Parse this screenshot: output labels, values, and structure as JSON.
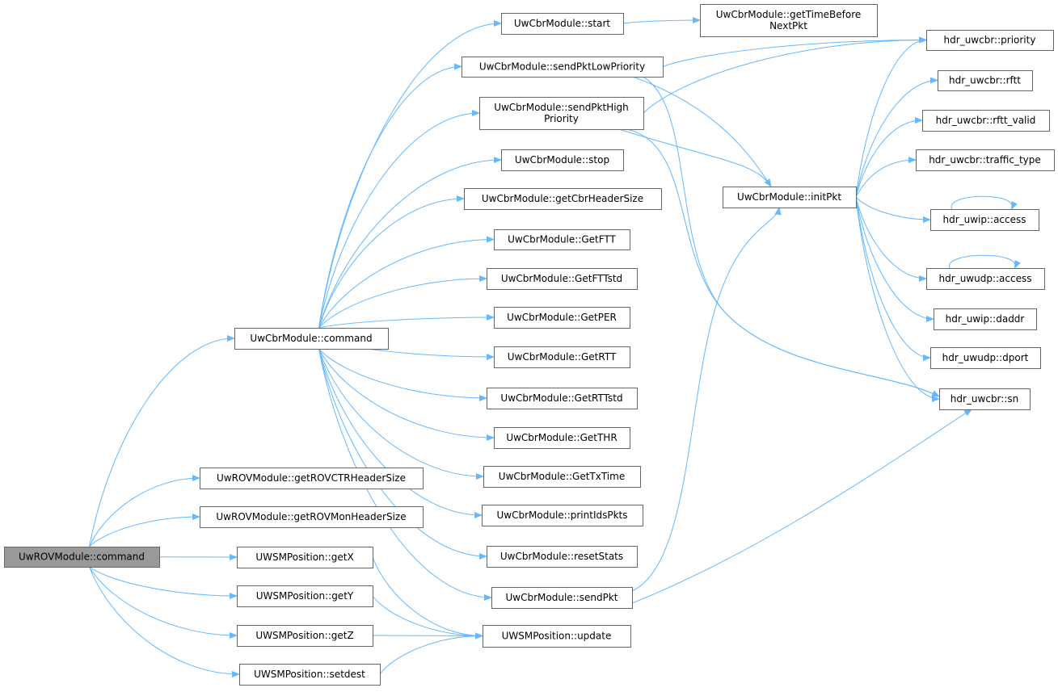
{
  "graph": {
    "type": "call-graph",
    "edge_color": "#63b8ff",
    "root_fill": "#999999",
    "nodes": {
      "rov_command": [
        "UwROVModule::command"
      ],
      "cbr_command": [
        "UwCbrModule::command"
      ],
      "getROVCTR": [
        "UwROVModule::getROVCTRHeaderSize"
      ],
      "getROVMon": [
        "UwROVModule::getROVMonHeaderSize"
      ],
      "getX": [
        "UWSMPosition::getX"
      ],
      "getY": [
        "UWSMPosition::getY"
      ],
      "getZ": [
        "UWSMPosition::getZ"
      ],
      "setdest": [
        "UWSMPosition::setdest"
      ],
      "start": [
        "UwCbrModule::start"
      ],
      "sendPktLow": [
        "UwCbrModule::sendPktLowPriority"
      ],
      "sendPktHigh": [
        "UwCbrModule::sendPktHigh",
        "Priority"
      ],
      "stop": [
        "UwCbrModule::stop"
      ],
      "getCbrHeaderSize": [
        "UwCbrModule::getCbrHeaderSize"
      ],
      "GetFTT": [
        "UwCbrModule::GetFTT"
      ],
      "GetFTTstd": [
        "UwCbrModule::GetFTTstd"
      ],
      "GetPER": [
        "UwCbrModule::GetPER"
      ],
      "GetRTT": [
        "UwCbrModule::GetRTT"
      ],
      "GetRTTstd": [
        "UwCbrModule::GetRTTstd"
      ],
      "GetTHR": [
        "UwCbrModule::GetTHR"
      ],
      "GetTxTime": [
        "UwCbrModule::GetTxTime"
      ],
      "printIdsPkts": [
        "UwCbrModule::printIdsPkts"
      ],
      "resetStats": [
        "UwCbrModule::resetStats"
      ],
      "sendPkt": [
        "UwCbrModule::sendPkt"
      ],
      "update": [
        "UWSMPosition::update"
      ],
      "getTimeBefore": [
        "UwCbrModule::getTimeBefore",
        "NextPkt"
      ],
      "initPkt": [
        "UwCbrModule::initPkt"
      ],
      "priority": [
        "hdr_uwcbr::priority"
      ],
      "rftt": [
        "hdr_uwcbr::rftt"
      ],
      "rftt_valid": [
        "hdr_uwcbr::rftt_valid"
      ],
      "traffic_type": [
        "hdr_uwcbr::traffic_type"
      ],
      "uwip_access": [
        "hdr_uwip::access"
      ],
      "uwudp_access": [
        "hdr_uwudp::access"
      ],
      "daddr": [
        "hdr_uwip::daddr"
      ],
      "dport": [
        "hdr_uwudp::dport"
      ],
      "sn": [
        "hdr_uwcbr::sn"
      ]
    },
    "edges": [
      [
        "rov_command",
        "cbr_command"
      ],
      [
        "rov_command",
        "getROVCTR"
      ],
      [
        "rov_command",
        "getROVMon"
      ],
      [
        "rov_command",
        "getX"
      ],
      [
        "rov_command",
        "getY"
      ],
      [
        "rov_command",
        "getZ"
      ],
      [
        "rov_command",
        "setdest"
      ],
      [
        "cbr_command",
        "start"
      ],
      [
        "cbr_command",
        "sendPktLow"
      ],
      [
        "cbr_command",
        "sendPktHigh"
      ],
      [
        "cbr_command",
        "stop"
      ],
      [
        "cbr_command",
        "getCbrHeaderSize"
      ],
      [
        "cbr_command",
        "GetFTT"
      ],
      [
        "cbr_command",
        "GetFTTstd"
      ],
      [
        "cbr_command",
        "GetPER"
      ],
      [
        "cbr_command",
        "GetRTT"
      ],
      [
        "cbr_command",
        "GetRTTstd"
      ],
      [
        "cbr_command",
        "GetTHR"
      ],
      [
        "cbr_command",
        "GetTxTime"
      ],
      [
        "cbr_command",
        "printIdsPkts"
      ],
      [
        "cbr_command",
        "resetStats"
      ],
      [
        "cbr_command",
        "sendPkt"
      ],
      [
        "start",
        "getTimeBefore"
      ],
      [
        "sendPktLow",
        "priority"
      ],
      [
        "sendPktLow",
        "initPkt"
      ],
      [
        "sendPktLow",
        "sn"
      ],
      [
        "sendPktHigh",
        "priority"
      ],
      [
        "sendPktHigh",
        "initPkt"
      ],
      [
        "sendPktHigh",
        "sn"
      ],
      [
        "initPkt",
        "priority"
      ],
      [
        "initPkt",
        "rftt"
      ],
      [
        "initPkt",
        "rftt_valid"
      ],
      [
        "initPkt",
        "traffic_type"
      ],
      [
        "initPkt",
        "uwip_access"
      ],
      [
        "initPkt",
        "uwudp_access"
      ],
      [
        "initPkt",
        "daddr"
      ],
      [
        "initPkt",
        "dport"
      ],
      [
        "initPkt",
        "sn"
      ],
      [
        "uwip_access",
        "uwip_access"
      ],
      [
        "uwudp_access",
        "uwudp_access"
      ],
      [
        "sendPkt",
        "initPkt"
      ],
      [
        "sendPkt",
        "sn"
      ],
      [
        "getX",
        "update"
      ],
      [
        "getY",
        "update"
      ],
      [
        "getZ",
        "update"
      ],
      [
        "setdest",
        "update"
      ]
    ]
  }
}
